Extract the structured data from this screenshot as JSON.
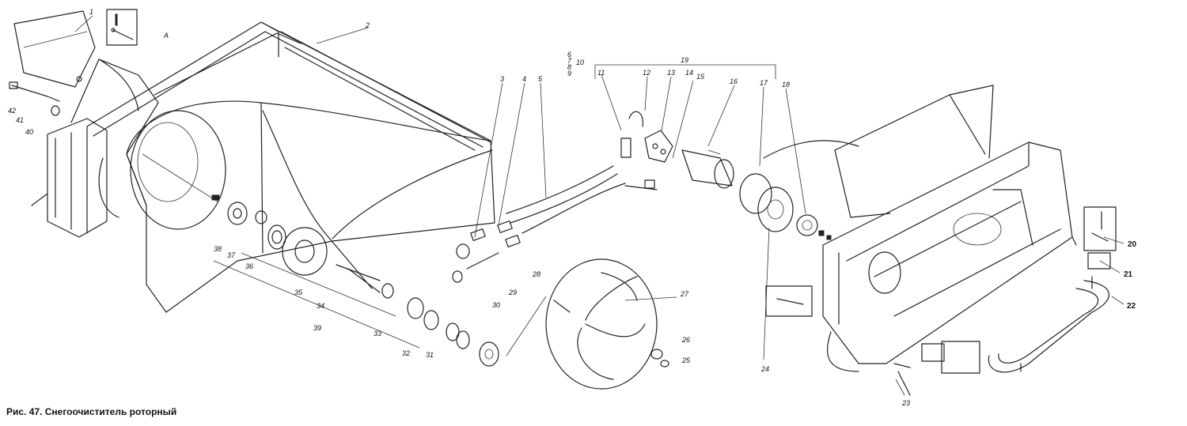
{
  "caption": "Рис. 47. Снегоочиститель роторный",
  "view_label": "A",
  "callouts": [
    {
      "id": "c1",
      "text": "1"
    },
    {
      "id": "c2",
      "text": "2"
    },
    {
      "id": "c3",
      "text": "3"
    },
    {
      "id": "c4",
      "text": "4"
    },
    {
      "id": "c5",
      "text": "5"
    },
    {
      "id": "c6",
      "text": "6"
    },
    {
      "id": "c7",
      "text": "7"
    },
    {
      "id": "c8",
      "text": "8"
    },
    {
      "id": "c9",
      "text": "9"
    },
    {
      "id": "c10",
      "text": "10"
    },
    {
      "id": "c11",
      "text": "11"
    },
    {
      "id": "c12",
      "text": "12"
    },
    {
      "id": "c13",
      "text": "13"
    },
    {
      "id": "c14",
      "text": "14"
    },
    {
      "id": "c15",
      "text": "15"
    },
    {
      "id": "c16",
      "text": "16"
    },
    {
      "id": "c17",
      "text": "17"
    },
    {
      "id": "c18",
      "text": "18"
    },
    {
      "id": "c19",
      "text": "19"
    },
    {
      "id": "c20",
      "text": "20"
    },
    {
      "id": "c21",
      "text": "21"
    },
    {
      "id": "c22",
      "text": "22"
    },
    {
      "id": "c23",
      "text": "23"
    },
    {
      "id": "c24",
      "text": "24"
    },
    {
      "id": "c25",
      "text": "25"
    },
    {
      "id": "c26",
      "text": "26"
    },
    {
      "id": "c27",
      "text": "27"
    },
    {
      "id": "c28",
      "text": "28"
    },
    {
      "id": "c29",
      "text": "29"
    },
    {
      "id": "c30",
      "text": "30"
    },
    {
      "id": "c31",
      "text": "31"
    },
    {
      "id": "c32",
      "text": "32"
    },
    {
      "id": "c33",
      "text": "33"
    },
    {
      "id": "c34",
      "text": "34"
    },
    {
      "id": "c35",
      "text": "35"
    },
    {
      "id": "c36",
      "text": "36"
    },
    {
      "id": "c37",
      "text": "37"
    },
    {
      "id": "c38",
      "text": "38"
    },
    {
      "id": "c39",
      "text": "39"
    },
    {
      "id": "c40",
      "text": "40"
    },
    {
      "id": "c41",
      "text": "41"
    },
    {
      "id": "c42",
      "text": "42"
    }
  ]
}
